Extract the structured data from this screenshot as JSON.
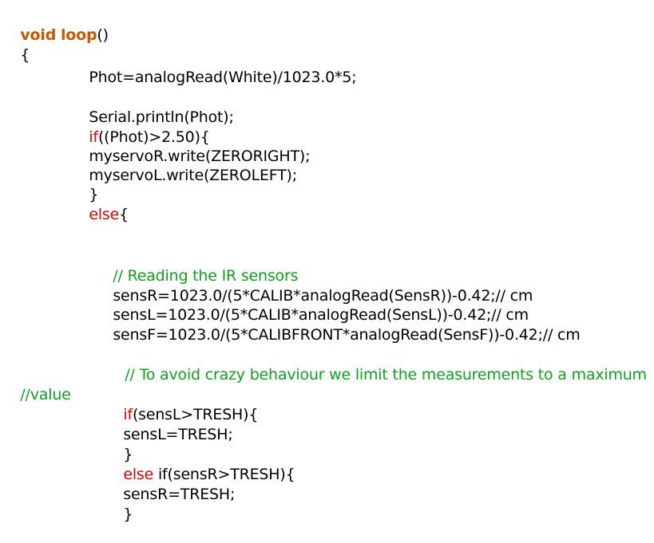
{
  "code": {
    "l1_kw": "void",
    "l1_fn": "loop",
    "l1_rest": "()",
    "l2": "{",
    "l3": "Phot=analogRead(White)/1023.0*5;",
    "l4": "Serial.println(Phot);",
    "l5_kw": "if",
    "l5_rest": "((Phot)>2.50){",
    "l6": "myservoR.write(ZERORIGHT);",
    "l7": "myservoL.write(ZEROLEFT);",
    "l8": "}",
    "l9_kw": "else",
    "l9_rest": "{",
    "l10": "// Reading the IR sensors",
    "l11": "sensR=1023.0/(5*CALIB*analogRead(SensR))-0.42;// cm",
    "l12": "sensL=1023.0/(5*CALIB*analogRead(SensL))-0.42;// cm",
    "l13": "sensF=1023.0/(5*CALIBFRONT*analogRead(SensF))-0.42;// cm",
    "l14": "// To avoid crazy behaviour we limit the measurements to a maximum",
    "l15": "//value",
    "l16_kw": "if",
    "l16_rest": "(sensL>TRESH){",
    "l17": "sensL=TRESH;",
    "l18": "}",
    "l19_kw": "else",
    "l19_rest": " if(sensR>TRESH){",
    "l20": "sensR=TRESH;",
    "l21": "}"
  },
  "colors": {
    "keyword": "#c75a00",
    "control": "#e00000",
    "comment": "#10a020",
    "text": "#000000"
  }
}
